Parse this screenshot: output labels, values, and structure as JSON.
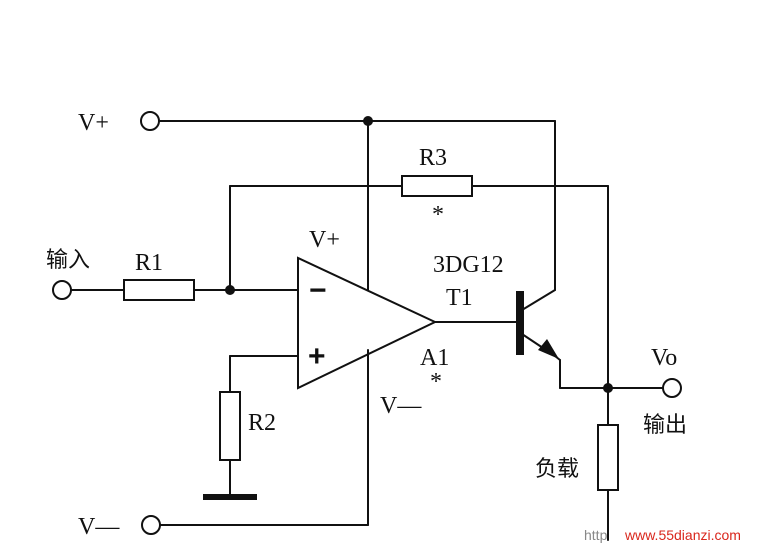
{
  "labels": {
    "vplus_supply": "V+",
    "vminus_supply": "V—",
    "r3": "R3",
    "r3_star": "*",
    "r1": "R1",
    "r2": "R2",
    "input": "输入",
    "opamp_vplus": "V+",
    "opamp_vminus": "V—",
    "opamp_name": "A1",
    "opamp_star": "*",
    "minus_sign": "−",
    "plus_sign": "+",
    "transistor_model": "3DG12",
    "transistor_name": "T1",
    "vo": "Vo",
    "output": "输出",
    "load": "负载"
  },
  "watermark": {
    "left": "http",
    "right": "www.55dianzi.com",
    "color": "#d9261c"
  }
}
